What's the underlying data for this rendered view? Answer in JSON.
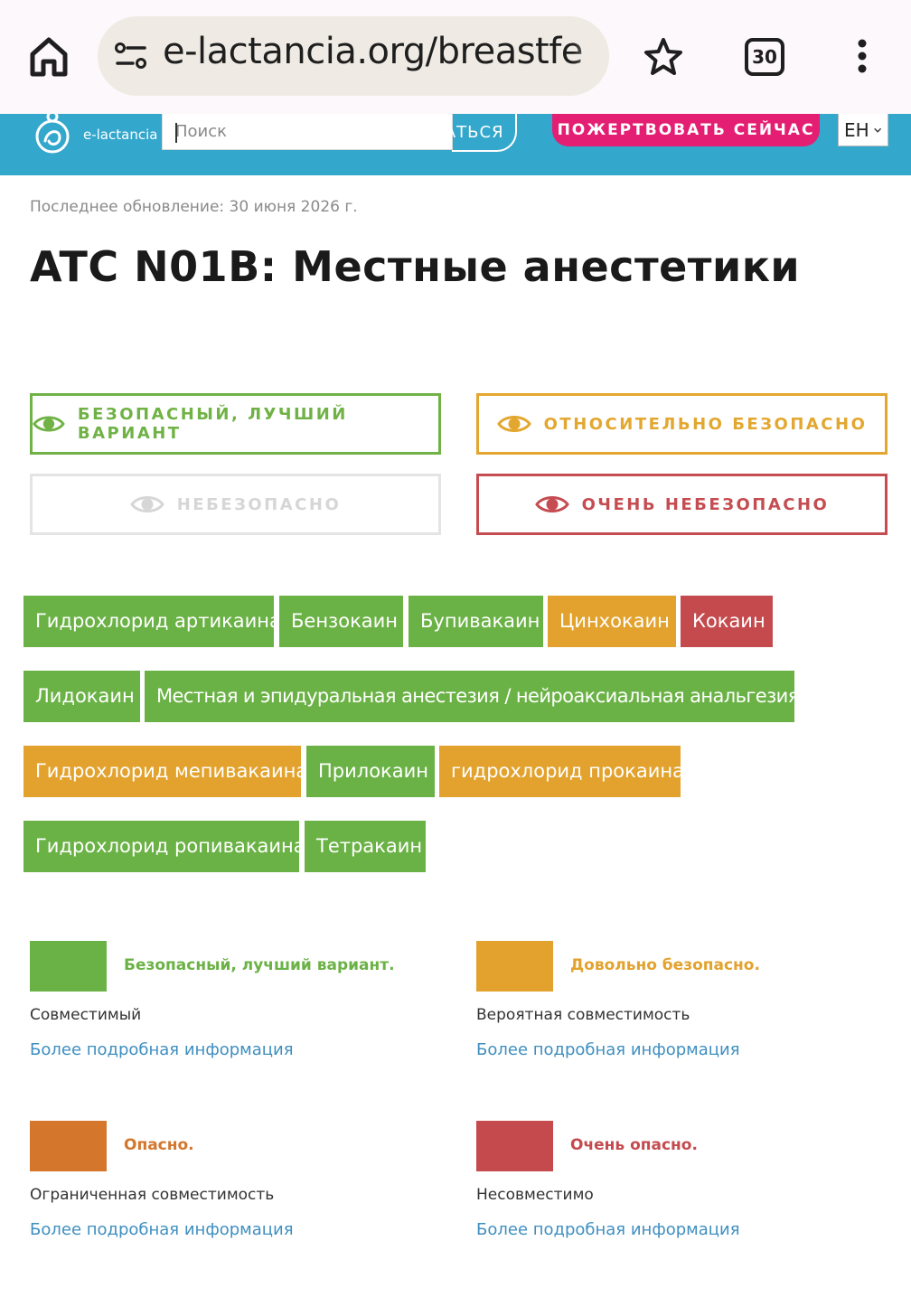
{
  "browser": {
    "url": "e-lactancia.org/breastfe",
    "tab_count": "30"
  },
  "header": {
    "logo_text": "e-lactancia",
    "search_placeholder": "Поиск",
    "search_button_partial": "ИСКАТЬСЯ",
    "donate_label": "ПОЖЕРТВОВАТЬ СЕЙЧАС",
    "language": "EH"
  },
  "page": {
    "updated": "Последнее обновление: 30 июня 2026 г.",
    "title": "ATC N01B: Местные анестетики"
  },
  "filters": [
    {
      "label": "БЕЗОПАСНЫЙ, ЛУЧШИЙ ВАРИАНТ",
      "color": "#70b245"
    },
    {
      "label": "ОТНОСИТЕЛЬНО БЕЗОПАСНО",
      "color": "#e3a72f"
    },
    {
      "label": "НЕБЕЗОПАСНО",
      "color": "#d6d6d6"
    },
    {
      "label": "ОЧЕНЬ НЕБЕЗОПАСНО",
      "color": "#c54d52"
    }
  ],
  "drugs": [
    {
      "name": "Гидрохлорид артикаина",
      "risk": "green"
    },
    {
      "name": "Бензокаин",
      "risk": "green"
    },
    {
      "name": "Бупивакаин",
      "risk": "green"
    },
    {
      "name": "Цинхокаин",
      "risk": "orange"
    },
    {
      "name": "Кокаин",
      "risk": "red"
    },
    {
      "name": "Лидокаин",
      "risk": "green"
    },
    {
      "name": "Местная и эпидуральная анестезия / нейроаксиальная анальгезия",
      "risk": "green"
    },
    {
      "name": "Гидрохлорид мепивакаина",
      "risk": "orange"
    },
    {
      "name": "Прилокаин",
      "risk": "green"
    },
    {
      "name": "гидрохлорид прокаина",
      "risk": "orange"
    },
    {
      "name": "Гидрохлорид ропивакаина",
      "risk": "green"
    },
    {
      "name": "Тетракаин",
      "risk": "green"
    }
  ],
  "legend": [
    {
      "title": "Безопасный, лучший вариант.",
      "desc": "Совместимый",
      "link": "Более подробная информация",
      "color": "#6bb246"
    },
    {
      "title": "Довольно безопасно.",
      "desc": "Вероятная совместимость",
      "link": "Более подробная информация",
      "color": "#e2a22d"
    },
    {
      "title": "Опасно.",
      "desc": "Ограниченная совместимость",
      "link": "Более подробная информация",
      "color": "#d4762c"
    },
    {
      "title": "Очень опасно.",
      "desc": "Несовместимо",
      "link": "Более подробная информация",
      "color": "#c44a4e"
    }
  ]
}
